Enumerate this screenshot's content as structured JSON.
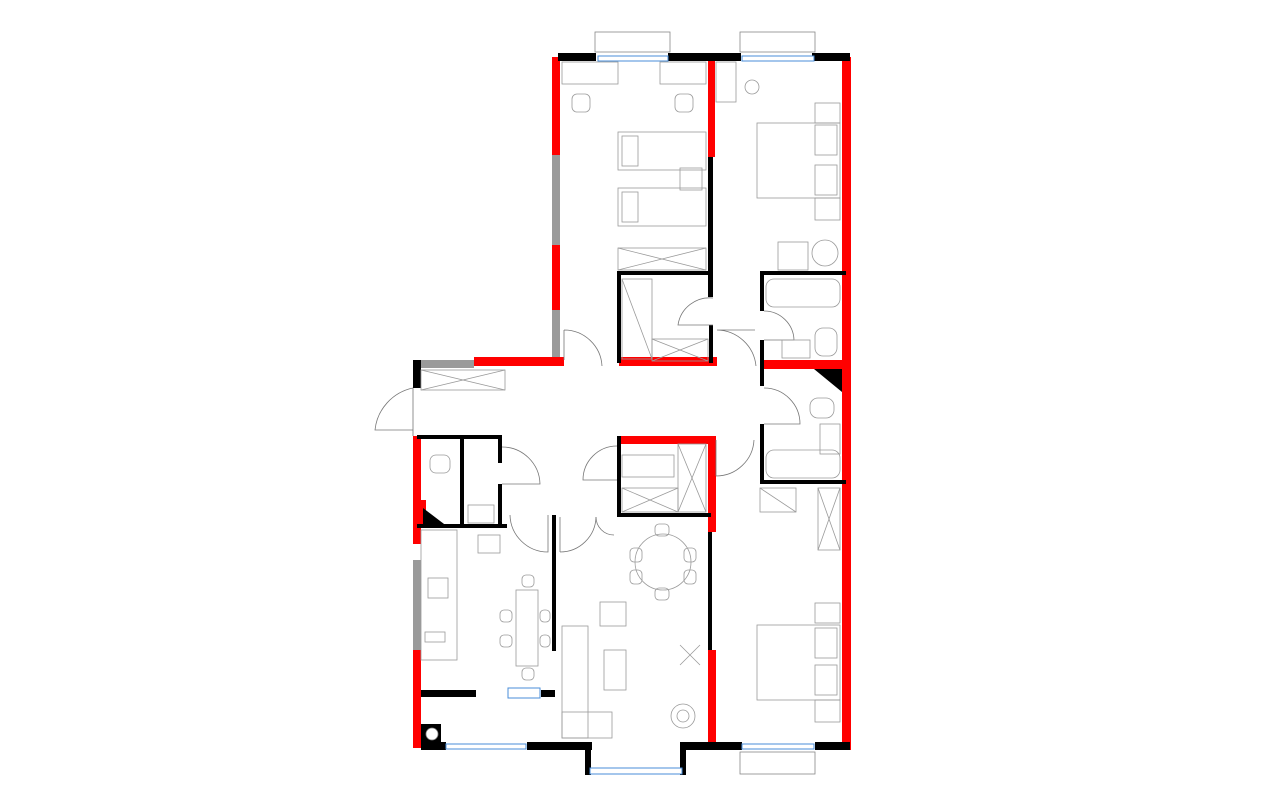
{
  "plan": {
    "type": "apartment floor plan",
    "colors": {
      "load_bearing_wall": "#ff0000",
      "partition_wall": "#000000",
      "glazing_panel": "#9a9a9a",
      "window_frame": "#4a8ed8",
      "furniture_line": "#9a9a9a",
      "background": "#ffffff"
    },
    "rooms": [
      "bedroom-top-left",
      "bedroom-top-right",
      "wardrobe-top",
      "bathroom-top-right",
      "hallway",
      "wc",
      "bathroom-right",
      "kitchen",
      "living-room",
      "wardrobe-middle",
      "bedroom-bottom-right"
    ]
  }
}
